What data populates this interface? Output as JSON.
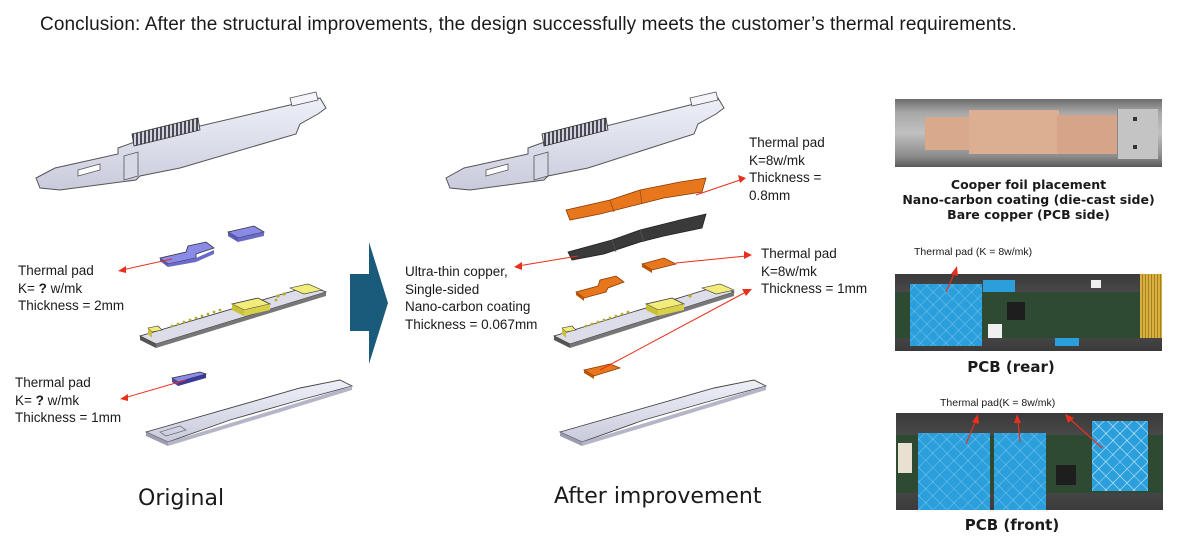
{
  "title": "Conclusion: After the structural improvements, the design successfully meets the customer’s thermal requirements.",
  "original": {
    "caption": "Original",
    "pad_top": {
      "line1": "Thermal pad",
      "k_prefix": "K= ",
      "k_value": "?",
      "k_unit": " w/mk",
      "thickness": "Thickness = 2mm"
    },
    "pad_bottom": {
      "line1": "Thermal pad",
      "k_prefix": "K= ",
      "k_value": "?",
      "k_unit": " w/mk",
      "thickness": "Thickness = 1mm"
    },
    "colors": {
      "pad": "#7f7fe0",
      "pcb_chip": "#f2ec7a",
      "housing": "#e3e4f0"
    }
  },
  "improved": {
    "caption": "After improvement",
    "copper_label": [
      "Ultra-thin copper,",
      "Single-sided",
      "Nano-carbon coating",
      "Thickness = 0.067mm"
    ],
    "pad_top": [
      "Thermal pad",
      "K=8w/mk",
      "Thickness =",
      "0.8mm"
    ],
    "pad_mid": [
      "Thermal pad",
      "K=8w/mk",
      "Thickness = 1mm"
    ],
    "colors": {
      "pad": "#e8761c",
      "copper_foil": "#3a3a3a"
    }
  },
  "arrow_color": "#1a5a7a",
  "leader_color": "#e8301c",
  "photos": {
    "copper_foil": {
      "caption": [
        "Cooper foil placement",
        "Nano-carbon coating (die-cast side)",
        "Bare copper (PCB side)"
      ]
    },
    "pcb_rear": {
      "annotation": "Thermal pad (K = 8w/mk)",
      "caption": "PCB (rear)"
    },
    "pcb_front": {
      "annotation": "Thermal pad(K = 8w/mk)",
      "caption": "PCB (front)"
    },
    "colors": {
      "thermal_pad_blue": "#2a9fdc",
      "pcb_green": "#2f4a33",
      "copper": "#d9a98c"
    }
  }
}
